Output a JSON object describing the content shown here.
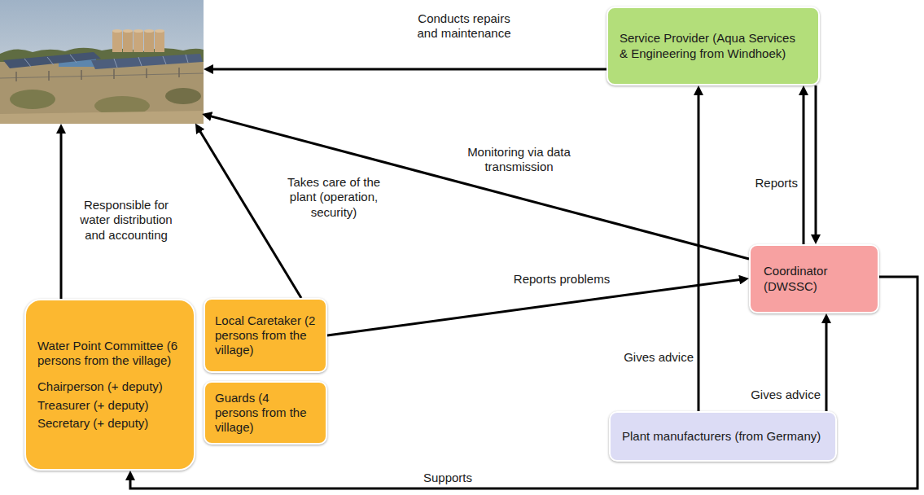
{
  "diagram": {
    "nodes": [
      {
        "text": [
          "Service Provider (Aqua Services & Engineering from Windhoek)"
        ]
      },
      {
        "text": [
          "Coordinator (DWSSC)"
        ]
      },
      {
        "text": [
          "Water Point Committee (6 persons from the village)",
          "Chairperson (+ deputy)",
          "Treasurer (+ deputy)",
          "Secretary (+ deputy)"
        ]
      },
      {
        "text": [
          "Local Caretaker (2 persons from the village)"
        ]
      },
      {
        "text": [
          "Guards (4 persons from the village)"
        ]
      },
      {
        "text": [
          "Plant manufacturers (from Germany)"
        ]
      }
    ],
    "edges": [
      {
        "from": 1,
        "to": 0,
        "label": "Reports",
        "arrow": "to"
      },
      {
        "from": 0,
        "to": 1,
        "arrow": "to"
      },
      {
        "from": 3,
        "to": 1,
        "label": "Reports problems",
        "arrow": "to"
      },
      {
        "from": 5,
        "to": 0,
        "label": "Gives advice",
        "arrow": "to"
      },
      {
        "from": 5,
        "to": 1,
        "label": "Gives advice",
        "arrow": "to"
      },
      {
        "from": 1,
        "to": 2,
        "label": "Supports",
        "arrow": "to"
      }
    ],
    "labels": [
      "Conducts repairs and maintenance",
      "Monitoring via data transmission",
      "Responsible for water distribution and accounting",
      "Takes care of the plant (operation, security)"
    ]
  }
}
